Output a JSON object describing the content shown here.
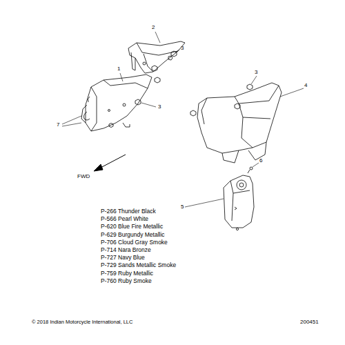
{
  "diagram": {
    "labels": [
      "2",
      "3",
      "1",
      "3",
      "7",
      "3",
      "4",
      "6",
      "5",
      "FWD",
      "P-266 Thunder Black",
      "P-566 Pearl White",
      "P-620 Blue Fire Metallic",
      "P-629 Burgundy Metallic",
      "P-706 Cloud Gray Smoke",
      "P-714 Nara Bronze",
      "P-727 Navy Blue",
      "P-729 Sands Metallic Smoke",
      "P-759 Ruby Metallic",
      "P-760 Ruby Smoke",
      "© 2018 Indian Motorcycle International, LLC",
      "200451"
    ]
  }
}
